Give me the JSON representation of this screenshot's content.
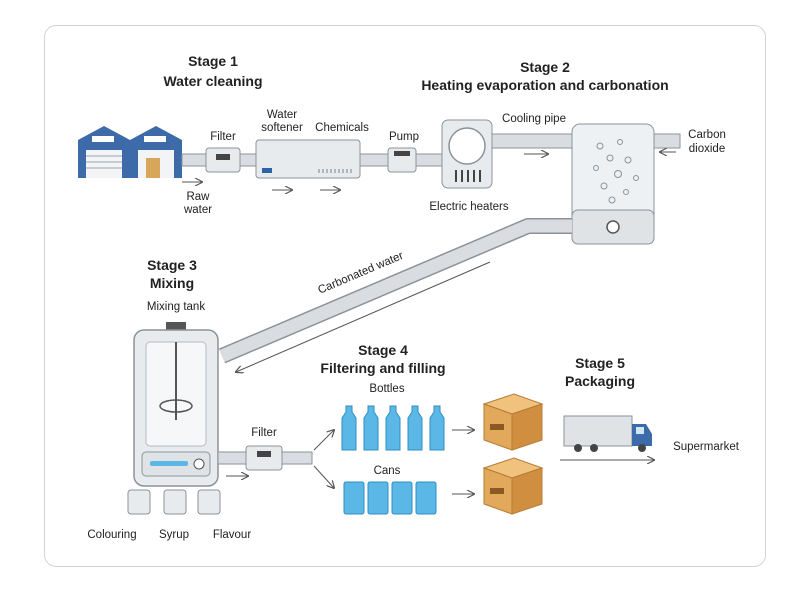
{
  "stages": {
    "s1": {
      "num": "Stage 1",
      "title": "Water cleaning"
    },
    "s2": {
      "num": "Stage 2",
      "title": "Heating evaporation and carbonation"
    },
    "s3": {
      "num": "Stage 3",
      "title": "Mixing"
    },
    "s4": {
      "num": "Stage 4",
      "title": "Filtering and filling"
    },
    "s5": {
      "num": "Stage 5",
      "title": "Packaging"
    }
  },
  "labels": {
    "filter1": "Filter",
    "water_softener_1": "Water",
    "water_softener_2": "softener",
    "chemicals": "Chemicals",
    "pump": "Pump",
    "cooling_pipe": "Cooling pipe",
    "carbon_dioxide_1": "Carbon",
    "carbon_dioxide_2": "dioxide",
    "raw_water_1": "Raw",
    "raw_water_2": "water",
    "electric_heaters": "Electric heaters",
    "carbonated_water": "Carbonated water",
    "mixing_tank": "Mixing tank",
    "filter2": "Filter",
    "bottles": "Bottles",
    "cans": "Cans",
    "supermarket": "Supermarket",
    "colouring": "Colouring",
    "syrup": "Syrup",
    "flavour": "Flavour"
  },
  "colors": {
    "pipe": "#d9dde1",
    "pipe_stroke": "#8b9399",
    "machine": "#e8ebee",
    "bottle": "#5ab7e6",
    "box": "#e2a85c",
    "factory": "#3d6aa8"
  }
}
